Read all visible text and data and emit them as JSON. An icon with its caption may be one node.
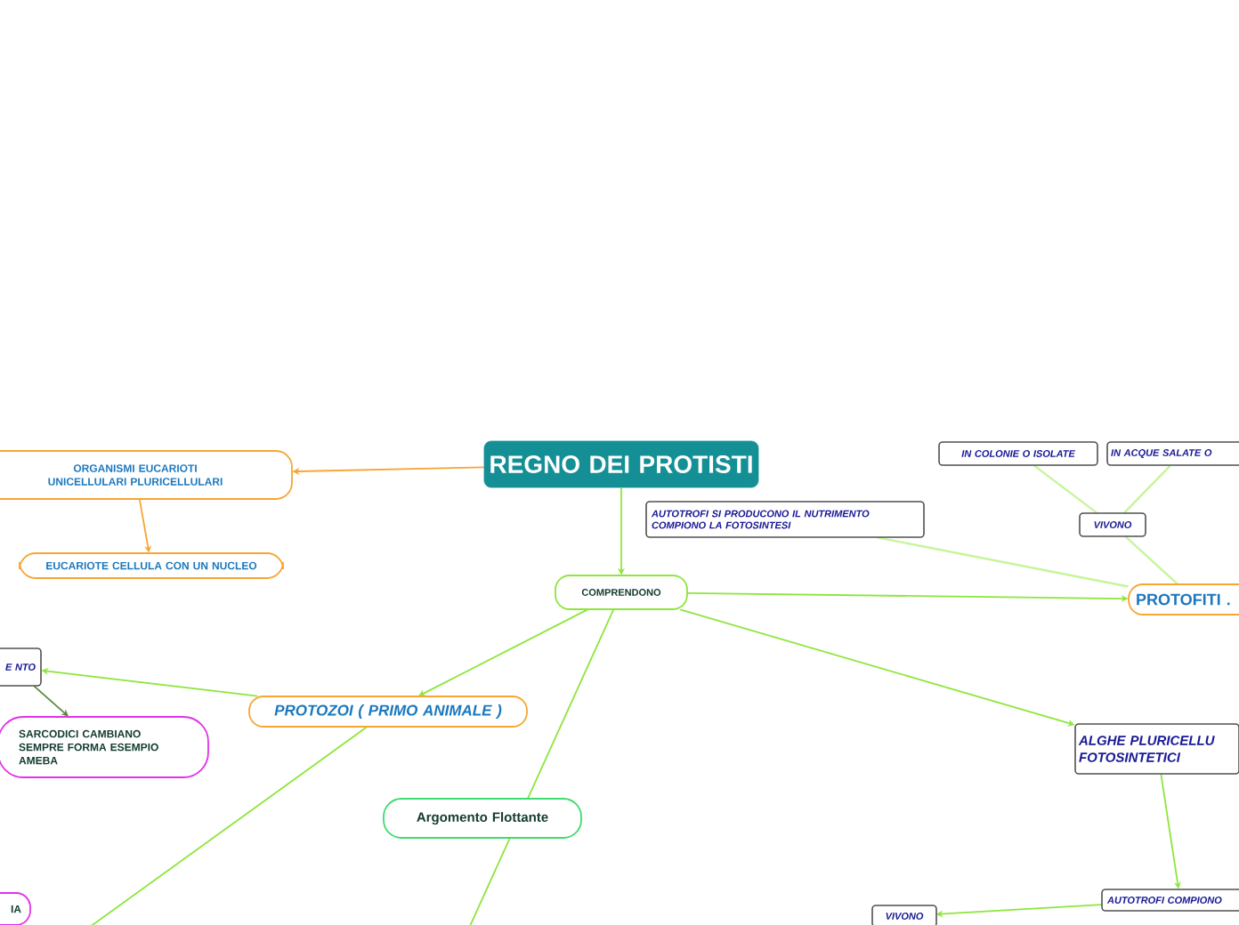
{
  "diagram": {
    "nodes": [
      {
        "text": [
          "REGNO DEI PROTISTI"
        ]
      },
      {
        "text": [
          "ORGANISMI EUCARIOTI UNICELLULARI PLURICELLULARI"
        ]
      },
      {
        "text": [
          "EUCARIOTE CELLULA CON UN NUCLEO"
        ]
      },
      {
        "text": [
          "COMPRENDONO"
        ]
      },
      {
        "text": [
          "AUTOTROFI SI PRODUCONO IL NUTRIMENTO COMPIONO LA FOTOSINTESI"
        ]
      },
      {
        "text": [
          "IN COLONIE O ISOLATE"
        ]
      },
      {
        "text": [
          "IN ACQUE SALATE O"
        ]
      },
      {
        "text": [
          "VIVONO"
        ]
      },
      {
        "text": [
          "PROTOFITI ."
        ]
      },
      {
        "text": [
          "PROTOZOI ( PRIMO ANIMALE )"
        ]
      },
      {
        "text": [
          "E NTO"
        ]
      },
      {
        "text": [
          "SARCODICI CAMBIANO SEMPRE FORMA ESEMPIO AMEBA"
        ]
      },
      {
        "text": [
          "Argomento Flottante"
        ]
      },
      {
        "text": [
          "ALGHE PLURICELLU FOTOSINTETICI"
        ]
      },
      {
        "text": [
          "AUTOTROFI COMPIONO"
        ]
      },
      {
        "text": [
          "VIVONO"
        ]
      },
      {
        "text": [
          "IA"
        ]
      }
    ],
    "edges": [
      {
        "from": 0,
        "to": 1,
        "arrow": "to",
        "color": "#f7a533"
      },
      {
        "from": 1,
        "to": 2,
        "arrow": "to",
        "color": "#f7a533"
      },
      {
        "from": 0,
        "to": 3,
        "arrow": "to"
      },
      {
        "from": 3,
        "to": 8,
        "arrow": "to"
      },
      {
        "from": 3,
        "to": 9,
        "arrow": "to"
      },
      {
        "from": 3,
        "to": 13,
        "arrow": "to"
      },
      {
        "from": 3,
        "to": null,
        "arrow": "none"
      },
      {
        "from": 9,
        "to": 10,
        "arrow": "to"
      },
      {
        "from": 10,
        "to": 11,
        "arrow": "to",
        "color": "#5a8a3a"
      },
      {
        "from": 9,
        "to": null,
        "arrow": "none"
      },
      {
        "from": 5,
        "to": 7,
        "arrow": "none",
        "color": "#c6f59a"
      },
      {
        "from": 6,
        "to": 7,
        "arrow": "none",
        "color": "#c6f59a"
      },
      {
        "from": 7,
        "to": 8,
        "arrow": "none",
        "color": "#c6f59a"
      },
      {
        "from": 4,
        "to": 8,
        "arrow": "none",
        "color": "#c6f59a"
      },
      {
        "from": 13,
        "to": 14,
        "arrow": "to"
      },
      {
        "from": 14,
        "to": 15,
        "arrow": "to"
      }
    ]
  }
}
